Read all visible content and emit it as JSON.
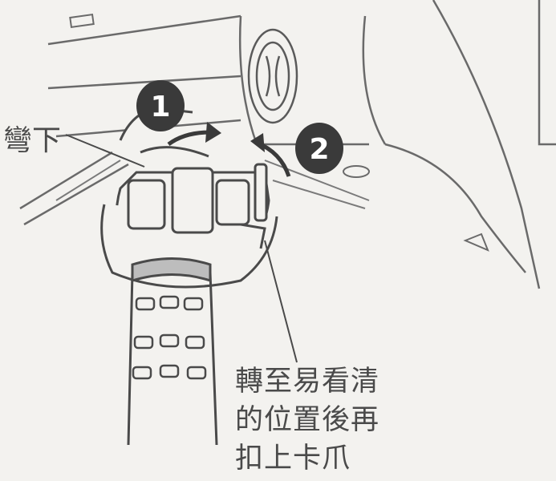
{
  "labels": {
    "bend": "彎下",
    "steps": [
      "1",
      "2"
    ],
    "note_lines": [
      "轉至易看清",
      "的位置後再",
      "扣上卡爪"
    ]
  },
  "colors": {
    "background": "#f3f2ef",
    "line": "#5a5a5a",
    "step_badge": "#3a3a3a",
    "hose_band": "#bdbdbd"
  }
}
